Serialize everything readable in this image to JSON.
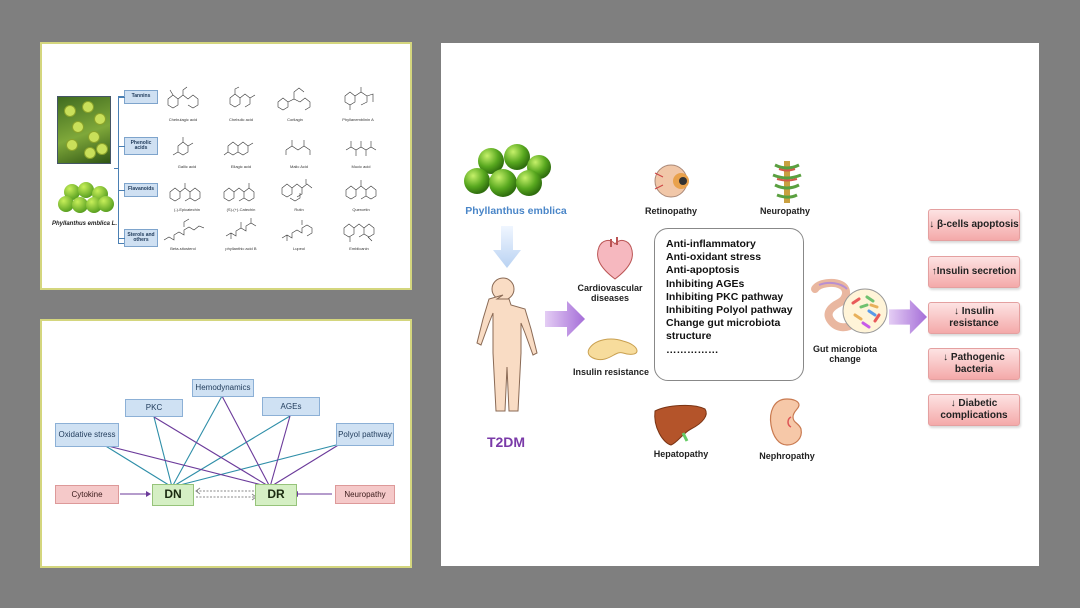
{
  "top_left": {
    "species": "Phyllanthus emblica L.",
    "categories": [
      {
        "label": "Tannins",
        "compounds": [
          "Chebulagic acid",
          "Chebulic acid",
          "Corilagin",
          "Phyllanemblinin A"
        ]
      },
      {
        "label": "Phenolic acids",
        "compounds": [
          "Gallic acid",
          "Ellagic acid",
          "Malic Acid",
          "Mucic acid"
        ]
      },
      {
        "label": "Flavanoids",
        "compounds": [
          "(-)-Epicatechin",
          "(S)-(+)-Catechin",
          "Rutin",
          "Quercetin"
        ]
      },
      {
        "label": "Sterols and others",
        "compounds": [
          "Beta-sitosterol",
          "phyllanthic acid B",
          "Lupeol",
          "Emblicanin"
        ]
      }
    ]
  },
  "network": {
    "nodes": {
      "oxidative": "Oxidative stress",
      "pkc": "PKC",
      "hemo": "Hemodynamics",
      "ages": "AGEs",
      "polyol": "Polyol pathway",
      "cytokine": "Cytokine",
      "dn": "DN",
      "dr": "DR",
      "neuropathy": "Neuropathy"
    },
    "colors": {
      "teal": "#2e8ea8",
      "purple": "#6b3a9a",
      "pink_node": "#f5c9c9",
      "blue_node": "#cfe1f3",
      "green_node": "#d5efc4"
    }
  },
  "mechanism": {
    "plant_label": "Phyllanthus emblica",
    "disease_label": "T2DM",
    "complications": {
      "retinopathy": "Retinopathy",
      "neuropathy": "Neuropathy",
      "cardio": "Cardiovascular diseases",
      "insulin_resistance": "Insulin resistance",
      "hepatopathy": "Hepatopathy",
      "nephropathy": "Nephropathy",
      "gut": "Gut microbiota change"
    },
    "mechanisms": [
      "Anti-inflammatory",
      "Anti-oxidant stress",
      "Anti-apoptosis",
      "Inhibiting AGEs",
      "Inhibiting PKC pathway",
      "Inhibiting Polyol pathway",
      "Change gut microbiota structure",
      "……………"
    ],
    "outcomes": [
      "↓ β-cells apoptosis",
      "↑Insulin secretion",
      "↓ Insulin resistance",
      "↓ Pathogenic bacteria",
      "↓ Diabetic complications"
    ],
    "colors": {
      "plant_label": "#4a86c8",
      "disease_label": "#7a3aa8",
      "arrow": "#b07ad8",
      "outcome": "#f4a9a9"
    }
  }
}
